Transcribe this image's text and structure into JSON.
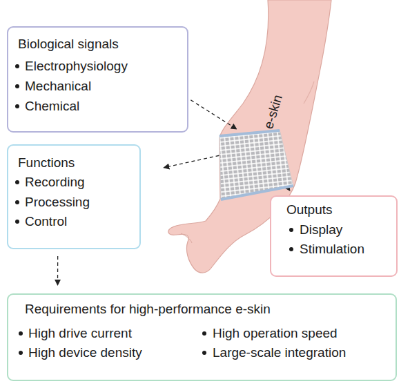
{
  "diagram": {
    "nodes": [
      {
        "text": [
          "Biological signals",
          "Electrophysiology",
          "Mechanical",
          "Chemical"
        ]
      },
      {
        "text": [
          "e-skin"
        ]
      },
      {
        "text": [
          "Functions",
          "Recording",
          "Processing",
          "Control"
        ]
      },
      {
        "text": [
          "Outputs",
          "Display",
          "Stimulation"
        ]
      },
      {
        "text": [
          "Requirements for high-performance e-skin",
          "High drive current",
          "High operation speed",
          "High device density",
          "Large-scale integration"
        ]
      }
    ],
    "edges": [
      {
        "from": 0,
        "to": 1,
        "arrow": "to"
      },
      {
        "from": 1,
        "to": 2,
        "arrow": "to"
      },
      {
        "from": 1,
        "to": 3,
        "arrow": "to"
      },
      {
        "from": 2,
        "to": 4,
        "arrow": "to"
      }
    ]
  }
}
